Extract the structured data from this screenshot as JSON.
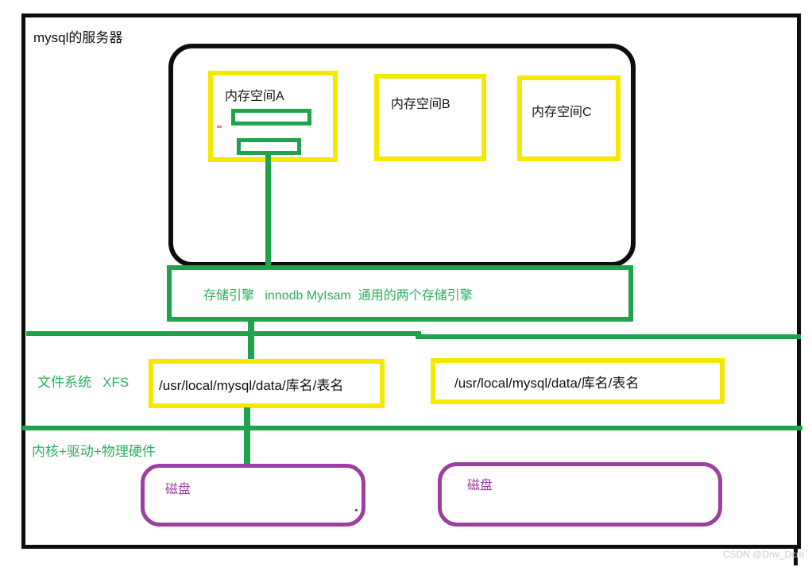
{
  "title": "mysql的服务器",
  "server_box": {
    "memory_boxes": [
      {
        "label": "内存空间A"
      },
      {
        "label": "内存空间B"
      },
      {
        "label": "内存空间C"
      }
    ]
  },
  "storage_engine": {
    "label": "存储引擎   innodb MyIsam  通用的两个存储引擎"
  },
  "filesystem": {
    "label": "文件系统   XFS",
    "paths": [
      "/usr/local/mysql/data/库名/表名",
      "/usr/local/mysql/data/库名/表名"
    ]
  },
  "hardware": {
    "label": "内核+驱动+物理硬件",
    "disks": [
      {
        "label": "磁盘"
      },
      {
        "label": "磁盘"
      }
    ]
  },
  "watermark": "CSDN @Drw_Dcm",
  "colors": {
    "green": "#1ea24c",
    "green_text": "#2fae5e",
    "yellow": "#f5e900",
    "purple": "#9c3f9f",
    "black": "#0d0d0d",
    "watermark_gray": "#cbcbcb"
  }
}
